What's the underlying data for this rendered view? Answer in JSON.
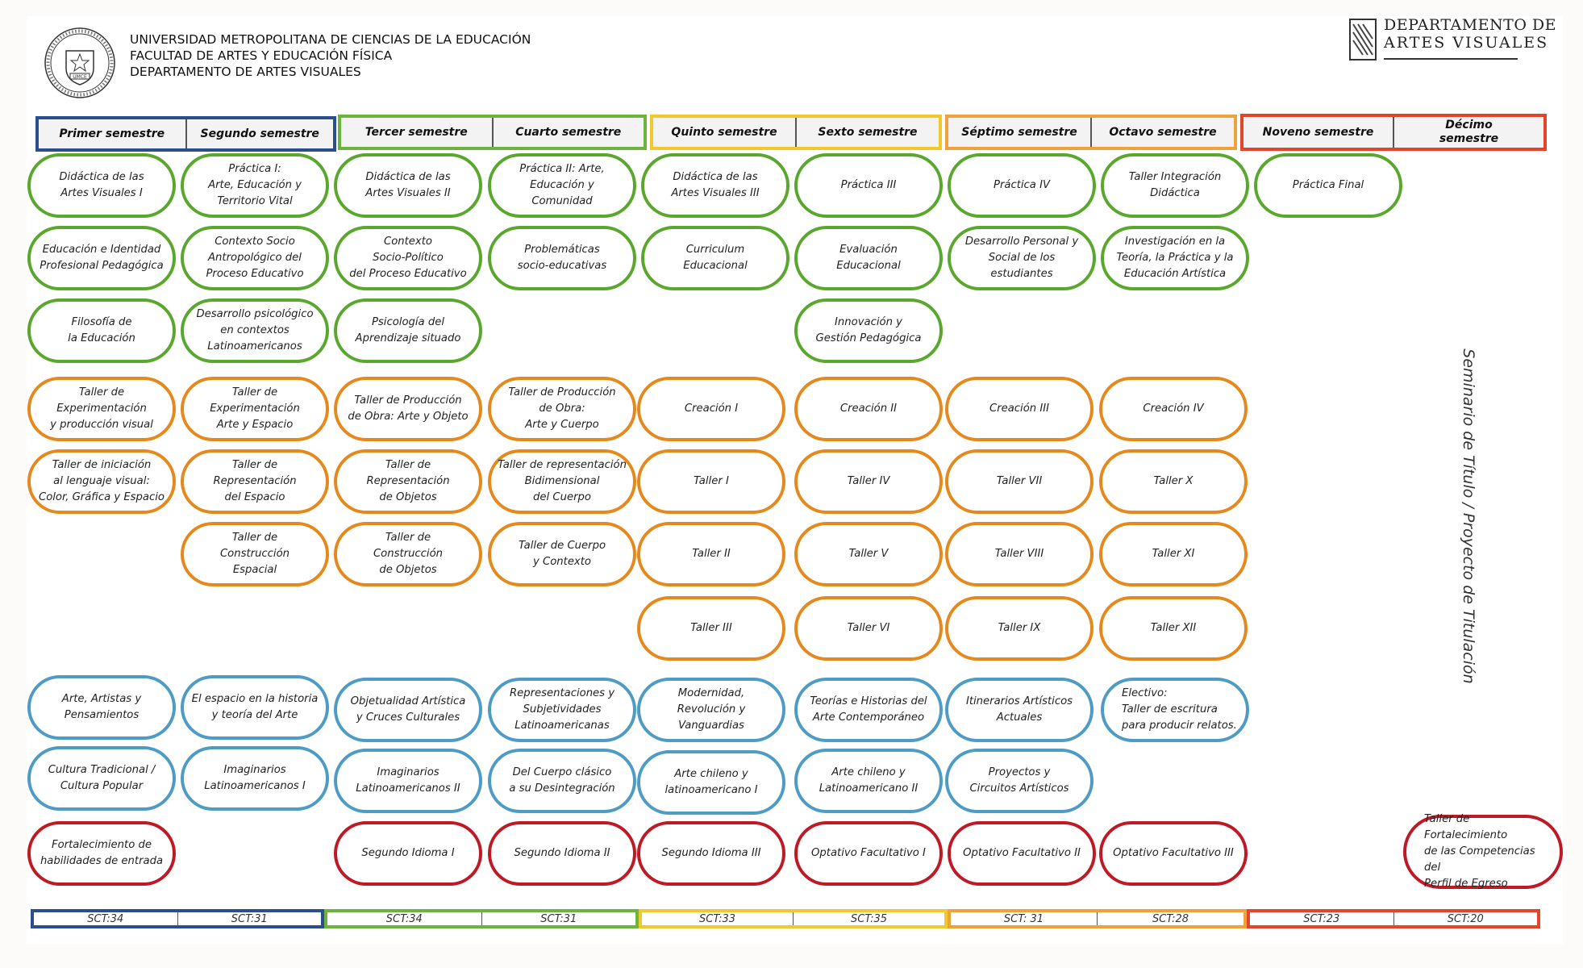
{
  "header": {
    "lines": [
      "UNIVERSIDAD METROPOLITANA DE CIENCIAS DE LA EDUCACIÓN",
      "FACULTAD DE ARTES Y EDUCACIÓN FÍSICA",
      "DEPARTAMENTO DE ARTES VISUALES"
    ],
    "logo_line1": "DEPARTAMENTO DE",
    "logo_line2": "ARTES VISUALES",
    "seal_text": "UMCE"
  },
  "colors": {
    "blue": "#2b4e8c",
    "green": "#6db33f",
    "yellow": "#f2c82c",
    "orange": "#f0a23a",
    "red": "#e3452a"
  },
  "semesters": [
    "Primer semestre",
    "Segundo semestre",
    "Tercer semestre",
    "Cuarto semestre",
    "Quinto semestre",
    "Sexto semestre",
    "Séptimo semestre",
    "Octavo semestre",
    "Noveno semestre",
    "Décimo\nsemestre"
  ],
  "courses": {
    "didactica_1": "Didáctica de las\nArtes Visuales I",
    "practica_1": "Práctica I:\nArte, Educación y\nTerritorio Vital",
    "didactica_2": "Didáctica de las\nArtes Visuales II",
    "practica_2": "Práctica II: Arte,\nEducación y\nComunidad",
    "didactica_3": "Didáctica de las\nArtes Visuales III",
    "practica_3": "Práctica III",
    "practica_4": "Práctica IV",
    "taller_integracion": "Taller Integración\nDidáctica",
    "practica_final": "Práctica Final",
    "educacion_identidad": "Educación e Identidad\nProfesional Pedagógica",
    "contexto_socio_antro": "Contexto Socio\nAntropológico del\nProceso Educativo",
    "contexto_socio_poli": "Contexto\nSocio-Político\ndel Proceso Educativo",
    "problematicas": "Problemáticas\nsocio-educativas",
    "curriculum": "Curriculum\nEducacional",
    "evaluacion": "Evaluación\nEducacional",
    "desarrollo_personal": "Desarrollo Personal y\nSocial de los estudiantes",
    "investigacion": "Investigación en la\nTeoría, la Práctica y la\nEducación Artística",
    "filosofia": "Filosofía de\nla Educación",
    "desarrollo_psico": "Desarrollo psicológico\nen contextos\nLatinoamericanos",
    "psicologia": "Psicología del\nAprendizaje situado",
    "innovacion": "Innovación y\nGestión Pedagógica",
    "taller_experimentacion_prod": "Taller de\nExperimentación\ny producción visual",
    "taller_experimentacion_arte": "Taller de\nExperimentación\nArte y Espacio",
    "taller_produccion_obra": "Taller de Producción\nde Obra: Arte y Objeto",
    "taller_produccion_cuerpo": "Taller de Producción\nde Obra:\nArte y Cuerpo",
    "creacion_1": "Creación I",
    "creacion_2": "Creación II",
    "creacion_3": "Creación III",
    "creacion_4": "Creación IV",
    "taller_iniciacion": "Taller de iniciación\nal lenguaje visual:\nColor, Gráfica y Espacio",
    "taller_rep_espacio": "Taller de\nRepresentación\ndel Espacio",
    "taller_rep_objetos": "Taller de\nRepresentación\nde Objetos",
    "taller_rep_bidim": "Taller de representación\nBidimensional\ndel Cuerpo",
    "taller_1": "Taller I",
    "taller_4": "Taller IV",
    "taller_7": "Taller VII",
    "taller_10": "Taller X",
    "taller_const_espacial": "Taller de\nConstrucción\nEspacial",
    "taller_const_objetos": "Taller de\nConstrucción\nde Objetos",
    "taller_cuerpo_contexto": "Taller de Cuerpo\ny Contexto",
    "taller_2": "Taller II",
    "taller_5": "Taller V",
    "taller_8": "Taller VIII",
    "taller_11": "Taller XI",
    "taller_3": "Taller III",
    "taller_6": "Taller VI",
    "taller_9": "Taller IX",
    "taller_12": "Taller XII",
    "arte_artistas": "Arte, Artistas y\nPensamientos",
    "espacio_historia": "El espacio en la historia\ny teoría del Arte",
    "objetualidad": "Objetualidad Artística\ny Cruces Culturales",
    "representaciones": "Representaciones y\nSubjetividades\nLatinoamericanas",
    "modernidad": "Modernidad,\nRevolución y\nVanguardias",
    "teorias_historias": "Teorías e Historias del\nArte Contemporáneo",
    "itinerarios": "Itinerarios Artísticos\nActuales",
    "electivo": "Electivo:\nTaller de escritura\npara producir relatos.",
    "cultura_tradicional": "Cultura Tradicional /\nCultura Popular",
    "imaginarios_1": "Imaginarios\nLatinoamericanos I",
    "imaginarios_2": "Imaginarios\nLatinoamericanos II",
    "cuerpo_clasico": "Del Cuerpo clásico\na su Desintegración",
    "arte_chileno_1": "Arte chileno y\nlatinoamericano I",
    "arte_chileno_2": "Arte chileno y\nLatinoamericano II",
    "proyectos": "Proyectos y\nCircuitos Artísticos",
    "fortalecimiento": "Fortalecimiento de\nhabilidades de entrada",
    "idioma_1": "Segundo Idioma I",
    "idioma_2": "Segundo Idioma II",
    "idioma_3": "Segundo Idioma III",
    "optativo_1": "Optativo Facultativo I",
    "optativo_2": "Optativo Facultativo II",
    "optativo_3": "Optativo Facultativo III",
    "taller_fortalecimiento": "Taller de\nFortalecimiento\nde las Competencias del\nPerfil de Egreso"
  },
  "seminario": "Seminario de Título / Proyecto de Titulación",
  "sct": [
    "SCT:34",
    "SCT:31",
    "SCT:34",
    "SCT:31",
    "SCT:33",
    "SCT:35",
    "SCT: 31",
    "SCT:28",
    "SCT:23",
    "SCT:20"
  ]
}
